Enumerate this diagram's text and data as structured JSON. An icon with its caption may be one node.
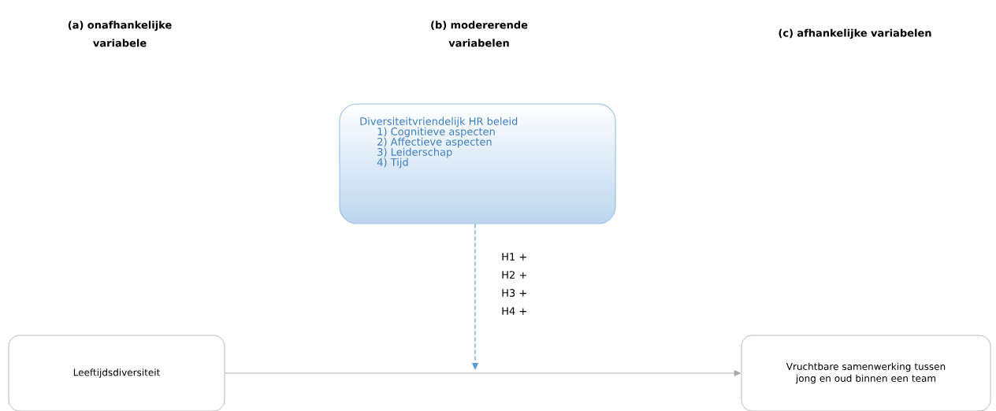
{
  "diagram": {
    "nodes": [
      {
        "text": [
          "Diversiteitvriendelijk HR beleid",
          "1) Cognitieve aspecten",
          "2) Affectieve aspecten",
          "3) Leiderschap",
          "4) Tijd"
        ]
      },
      {
        "text": [
          "Leeftijdsdiversiteit"
        ]
      },
      {
        "text": [
          "Vruchtbare samenwerking tussen jong en oud binnen een team"
        ]
      }
    ],
    "edges": [
      {
        "from": 1,
        "to": 2,
        "arrow": "to"
      },
      {
        "from": 0,
        "to": null,
        "arrow": "to",
        "style": "dashed",
        "color": "#5b9bd5"
      }
    ],
    "labels": [
      "(a) onafhankelijke variabele",
      "(b) modererende variabelen",
      "(c) afhankelijke variabelen",
      "H1 +",
      "H2 +",
      "H3 +",
      "H4 +"
    ]
  }
}
